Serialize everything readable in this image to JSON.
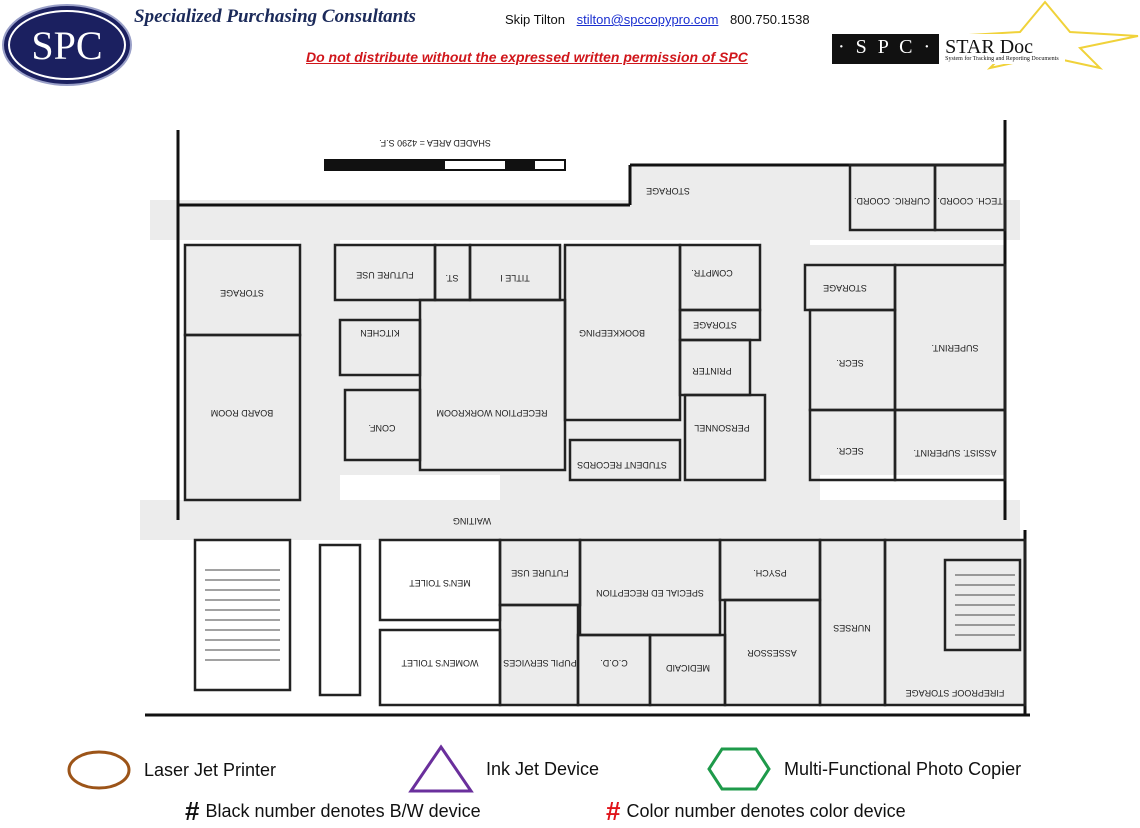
{
  "header": {
    "logo_text": "SPC",
    "company": "Specialized Purchasing Consultants",
    "contact_name": "Skip Tilton",
    "contact_email": "stilton@spccopypro.com",
    "contact_phone": "800.750.1538",
    "warning": "Do not distribute without the expressed written permission of SPC",
    "stardoc_spc": "· S P C ·",
    "stardoc_name": "STAR Doc",
    "stardoc_tagline": "System for Tracking and Reporting Documents"
  },
  "plan": {
    "scale_note": "SHADED AREA = 4290 S.F.",
    "rooms": {
      "storage_left": "STORAGE",
      "board_room": "BOARD ROOM",
      "future_use_top": "FUTURE USE",
      "st": "ST.",
      "title_i": "TITLE I",
      "kitchen": "KITCHEN",
      "conf": "CONF.",
      "reception": "RECEPTION WORKROOM",
      "bookkeeping": "BOOKKEEPING",
      "compter": "COMPTR.",
      "storage_pp": "STORAGE",
      "printer": "PRINTER",
      "personnel": "PERSONNEL",
      "student_records": "STUDENT RECORDS",
      "waiting": "WAITING",
      "storage_top": "STORAGE",
      "curric": "CURRIC. COORD.",
      "tech": "TECH. COORD.",
      "storage_right": "STORAGE",
      "secr1": "SECR.",
      "superint": "SUPERINT.",
      "secr2": "SECR.",
      "assist": "ASSIST. SUPERINT.",
      "mens": "MEN'S TOILET",
      "womens": "WOMEN'S TOILET",
      "future_use_bottom": "FUTURE USE",
      "special_ed": "SPECIAL ED RECEPTION",
      "psych": "PSYCH.",
      "pupil": "PUPIL SERVICES",
      "cod": "C.O.D.",
      "medicaid": "MEDICAID",
      "assessor": "ASSESSOR",
      "nurses": "NURSES",
      "fireproof": "FIREPROOF STORAGE"
    }
  },
  "legend": {
    "laser": "Laser Jet Printer",
    "inkjet": "Ink Jet Device",
    "mfp": "Multi-Functional Photo Copier",
    "hash": "#",
    "bw_note": "Black number denotes B/W device",
    "color_note": "Color number denotes color device",
    "colors": {
      "laser": "#9c5418",
      "inkjet": "#6a2f9c",
      "mfp": "#1e9a4a",
      "color_num": "#e0141a"
    }
  }
}
